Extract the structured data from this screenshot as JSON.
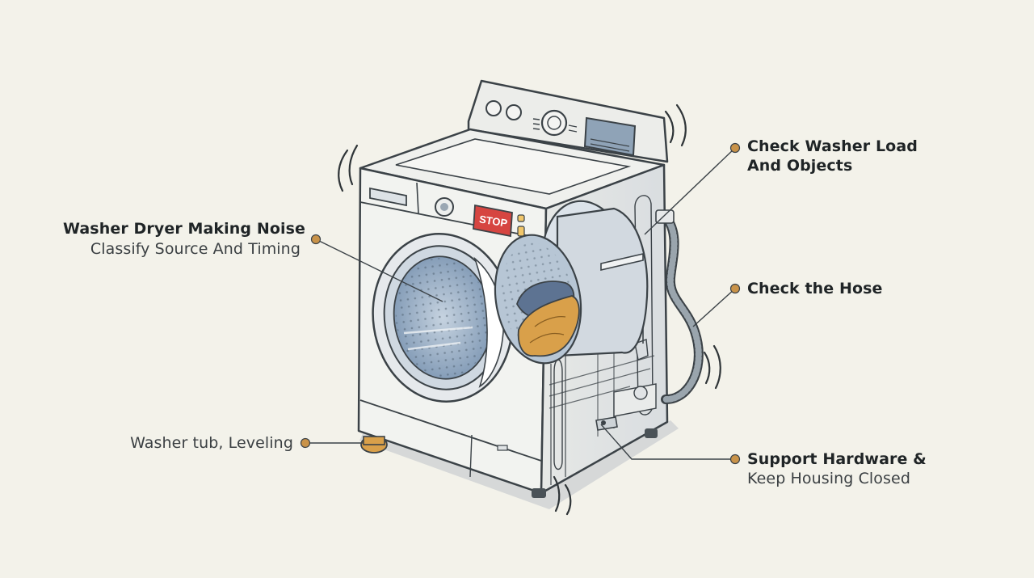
{
  "colors": {
    "background": "#f3f2ea",
    "outline": "#3b4247",
    "marker": "#c99349",
    "stop_button": "#d64541",
    "drum_blue": "#9fb6cf",
    "clothes_orange": "#d9a04a"
  },
  "stop_button_label": "STOP",
  "callouts": {
    "noise_title": "Washer Dryer Making Noise",
    "noise_subtitle": "Classify Source And Timing",
    "load_line1": "Check Washer Load",
    "load_line2": "And Objects",
    "hose": "Check the Hose",
    "tub": "Washer tub, Leveling",
    "hardware_line1": "Support Hardware &",
    "hardware_line2": "Keep Housing Closed"
  },
  "icons": [
    "washing-machine-illustration",
    "vibration-lines-icon",
    "leveling-foot-icon"
  ]
}
